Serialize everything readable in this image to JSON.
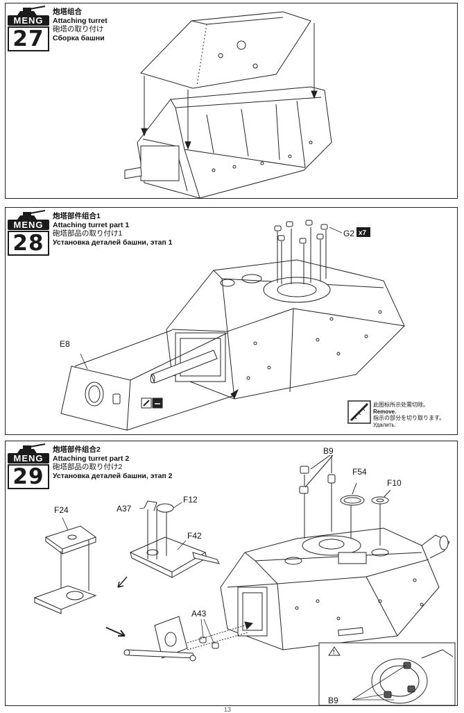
{
  "steps": [
    {
      "number": "27",
      "title_zh": "炮塔组合",
      "title_en": "Attaching turret",
      "title_jp": "砲塔の取り付け",
      "title_ru": "Сборка башни"
    },
    {
      "number": "28",
      "title_zh": "炮塔部件组合1",
      "title_en": "Attaching turret part 1",
      "title_jp": "砲塔部品の取り付け1",
      "title_ru": "Установка деталей башни, этап 1"
    },
    {
      "number": "29",
      "title_zh": "炮塔部件组合2",
      "title_en": "Attaching turret part 2",
      "title_jp": "砲塔部品の取り付け2",
      "title_ru": "Установка деталей башни, этап 2"
    }
  ],
  "brand": "MENG",
  "step28": {
    "part_g2": "G2",
    "qty_g2": "x7",
    "part_e8": "E8",
    "remove_zh": "此图标所示处需切除。",
    "remove_en": "Remove.",
    "remove_jp": "指示の部分を切り取ります。",
    "remove_ru": "Удалить."
  },
  "step29": {
    "part_b9": "B9",
    "part_f54": "F54",
    "part_f10": "F10",
    "part_a37": "A37",
    "part_f12": "F12",
    "part_f24": "F24",
    "part_f42": "F42",
    "part_a43": "A43",
    "part_b9_detail": "B9",
    "warning_symbol": "!"
  },
  "page_number": "13",
  "icons": [
    "tank-logo-icon",
    "cut-remove-icon",
    "arrow-icon",
    "warning-icon"
  ]
}
